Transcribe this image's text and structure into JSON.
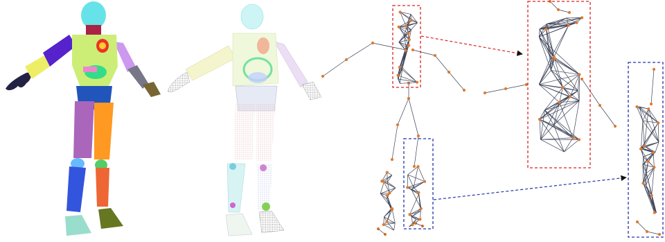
{
  "figure": {
    "panels": [
      {
        "id": "segmented-mesh"
      },
      {
        "id": "point-cloud"
      },
      {
        "id": "skeleton-graph"
      }
    ],
    "colors": {
      "head": "#66e3e8",
      "torso": "#ccee77",
      "right_upper_arm": "#5522cc",
      "right_forearm": "#eeee66",
      "right_hand": "#222244",
      "left_upper_arm": "#cc99ee",
      "left_forearm": "#777788",
      "left_hand": "#776633",
      "pelvis": "#2255bb",
      "right_thigh": "#aa66bb",
      "left_thigh": "#ff9922",
      "right_shin": "#3355dd",
      "left_shin": "#ee6633",
      "right_foot": "#99ddcc",
      "left_foot": "#667722",
      "heart": "#ee3322",
      "organs": "#33dd88",
      "joint": "#e07a30",
      "edge": "#3a4055",
      "red_box": "#dd2222",
      "blue_box": "#2233aa"
    },
    "joint_colors": [
      "#e07a30"
    ]
  }
}
